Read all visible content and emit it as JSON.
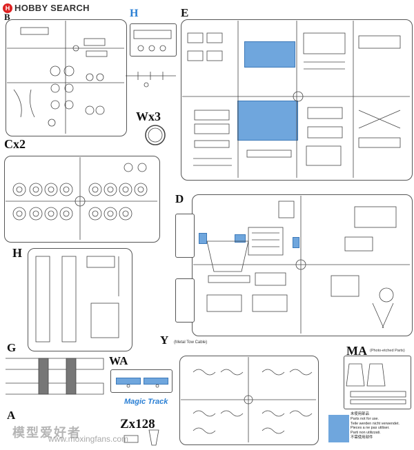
{
  "site": {
    "brand": "HOBBY SEARCH",
    "brand_mark_icon": "hobby-search-logo-icon",
    "watermark": "www.moxingfans.com",
    "watermark_cn": "模型爱好者"
  },
  "sprues": {
    "B": "B",
    "H_top": "H",
    "E": "E",
    "Wx3": "Wx3",
    "Cx2": "Cx2",
    "D": "D",
    "H": "H",
    "G": "G",
    "WA": "WA",
    "Y": "Y",
    "Y_note": "(Metal Tow Cable)",
    "MA": "MA",
    "MA_note": "(Photo-etched Parts)",
    "A": "A",
    "Zx128": "Zx128",
    "magic_track": "Magic Track"
  },
  "notes": {
    "ja": "未使用部品",
    "en": "Parts not for use.",
    "de": "Teile werden nicht verwendet.",
    "fr": "Pieces a ne pas utiliser.",
    "it": "Parti non utilizzati.",
    "cn": "不需使用部件"
  },
  "colors": {
    "unused_highlight": "#6fa6dd",
    "label_blue": "#2a7fd4",
    "outline": "#555555"
  }
}
